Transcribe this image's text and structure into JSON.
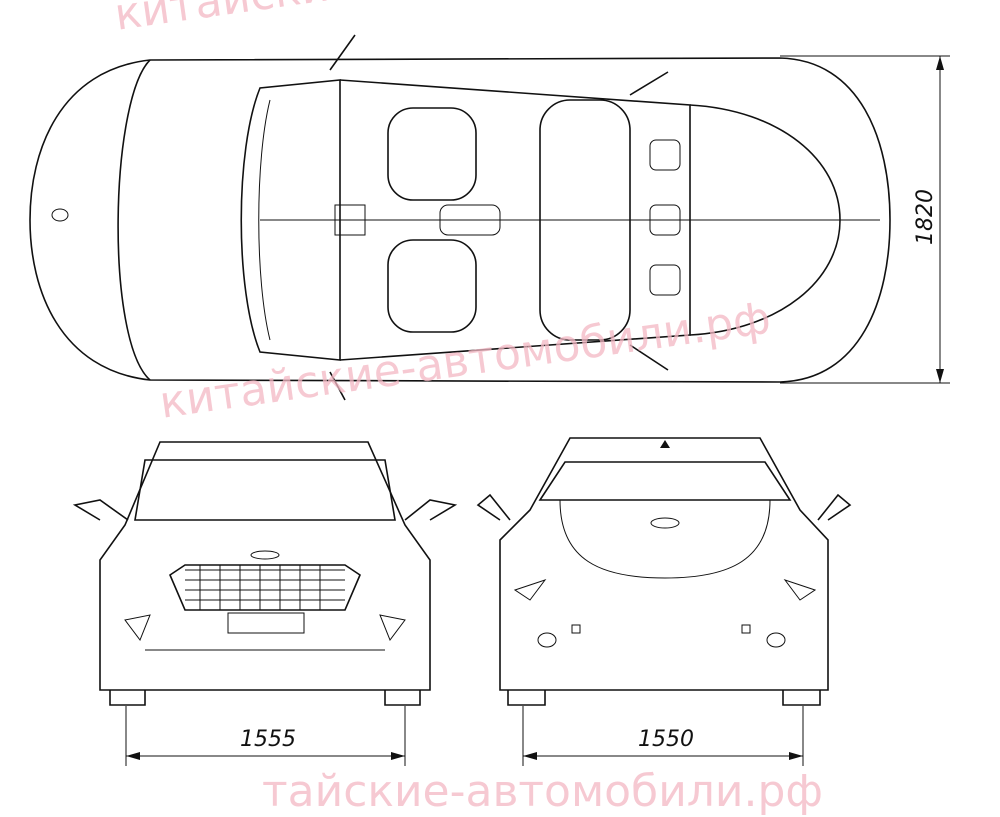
{
  "dimensions": {
    "width_top": "1820",
    "track_front": "1555",
    "track_rear": "1550"
  },
  "watermark": {
    "top": "китайские-авто",
    "middle": "китайские-автомобили.рф",
    "bottom": "тайские-автомобили.рф"
  }
}
